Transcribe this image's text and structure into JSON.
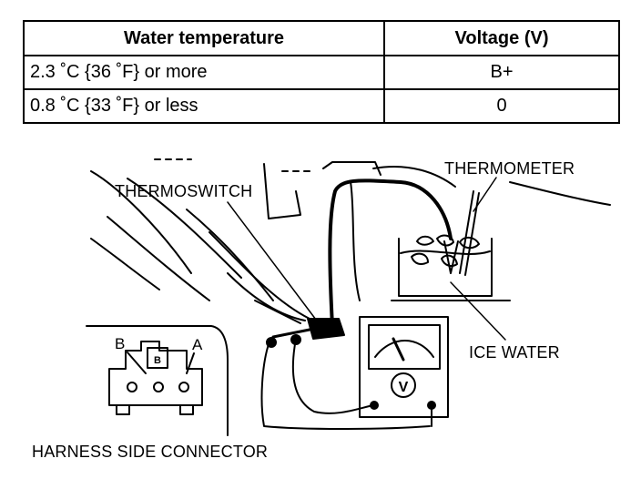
{
  "table": {
    "headers": [
      "Water temperature",
      "Voltage (V)"
    ],
    "rows": [
      {
        "temperature": "2.3 ˚C {36 ˚F} or more",
        "voltage": "B+"
      },
      {
        "temperature": "0.8 ˚C {33 ˚F} or less",
        "voltage": "0"
      }
    ]
  },
  "diagram": {
    "labels": {
      "thermoswitch": "THERMOSWITCH",
      "thermometer": "THERMOMETER",
      "ice_water": "ICE WATER",
      "harness_connector": "HARNESS SIDE CONNECTOR"
    },
    "connector_pins": {
      "b_left": "B",
      "b_top": "B",
      "a": "A"
    },
    "meter_symbol": "V"
  }
}
